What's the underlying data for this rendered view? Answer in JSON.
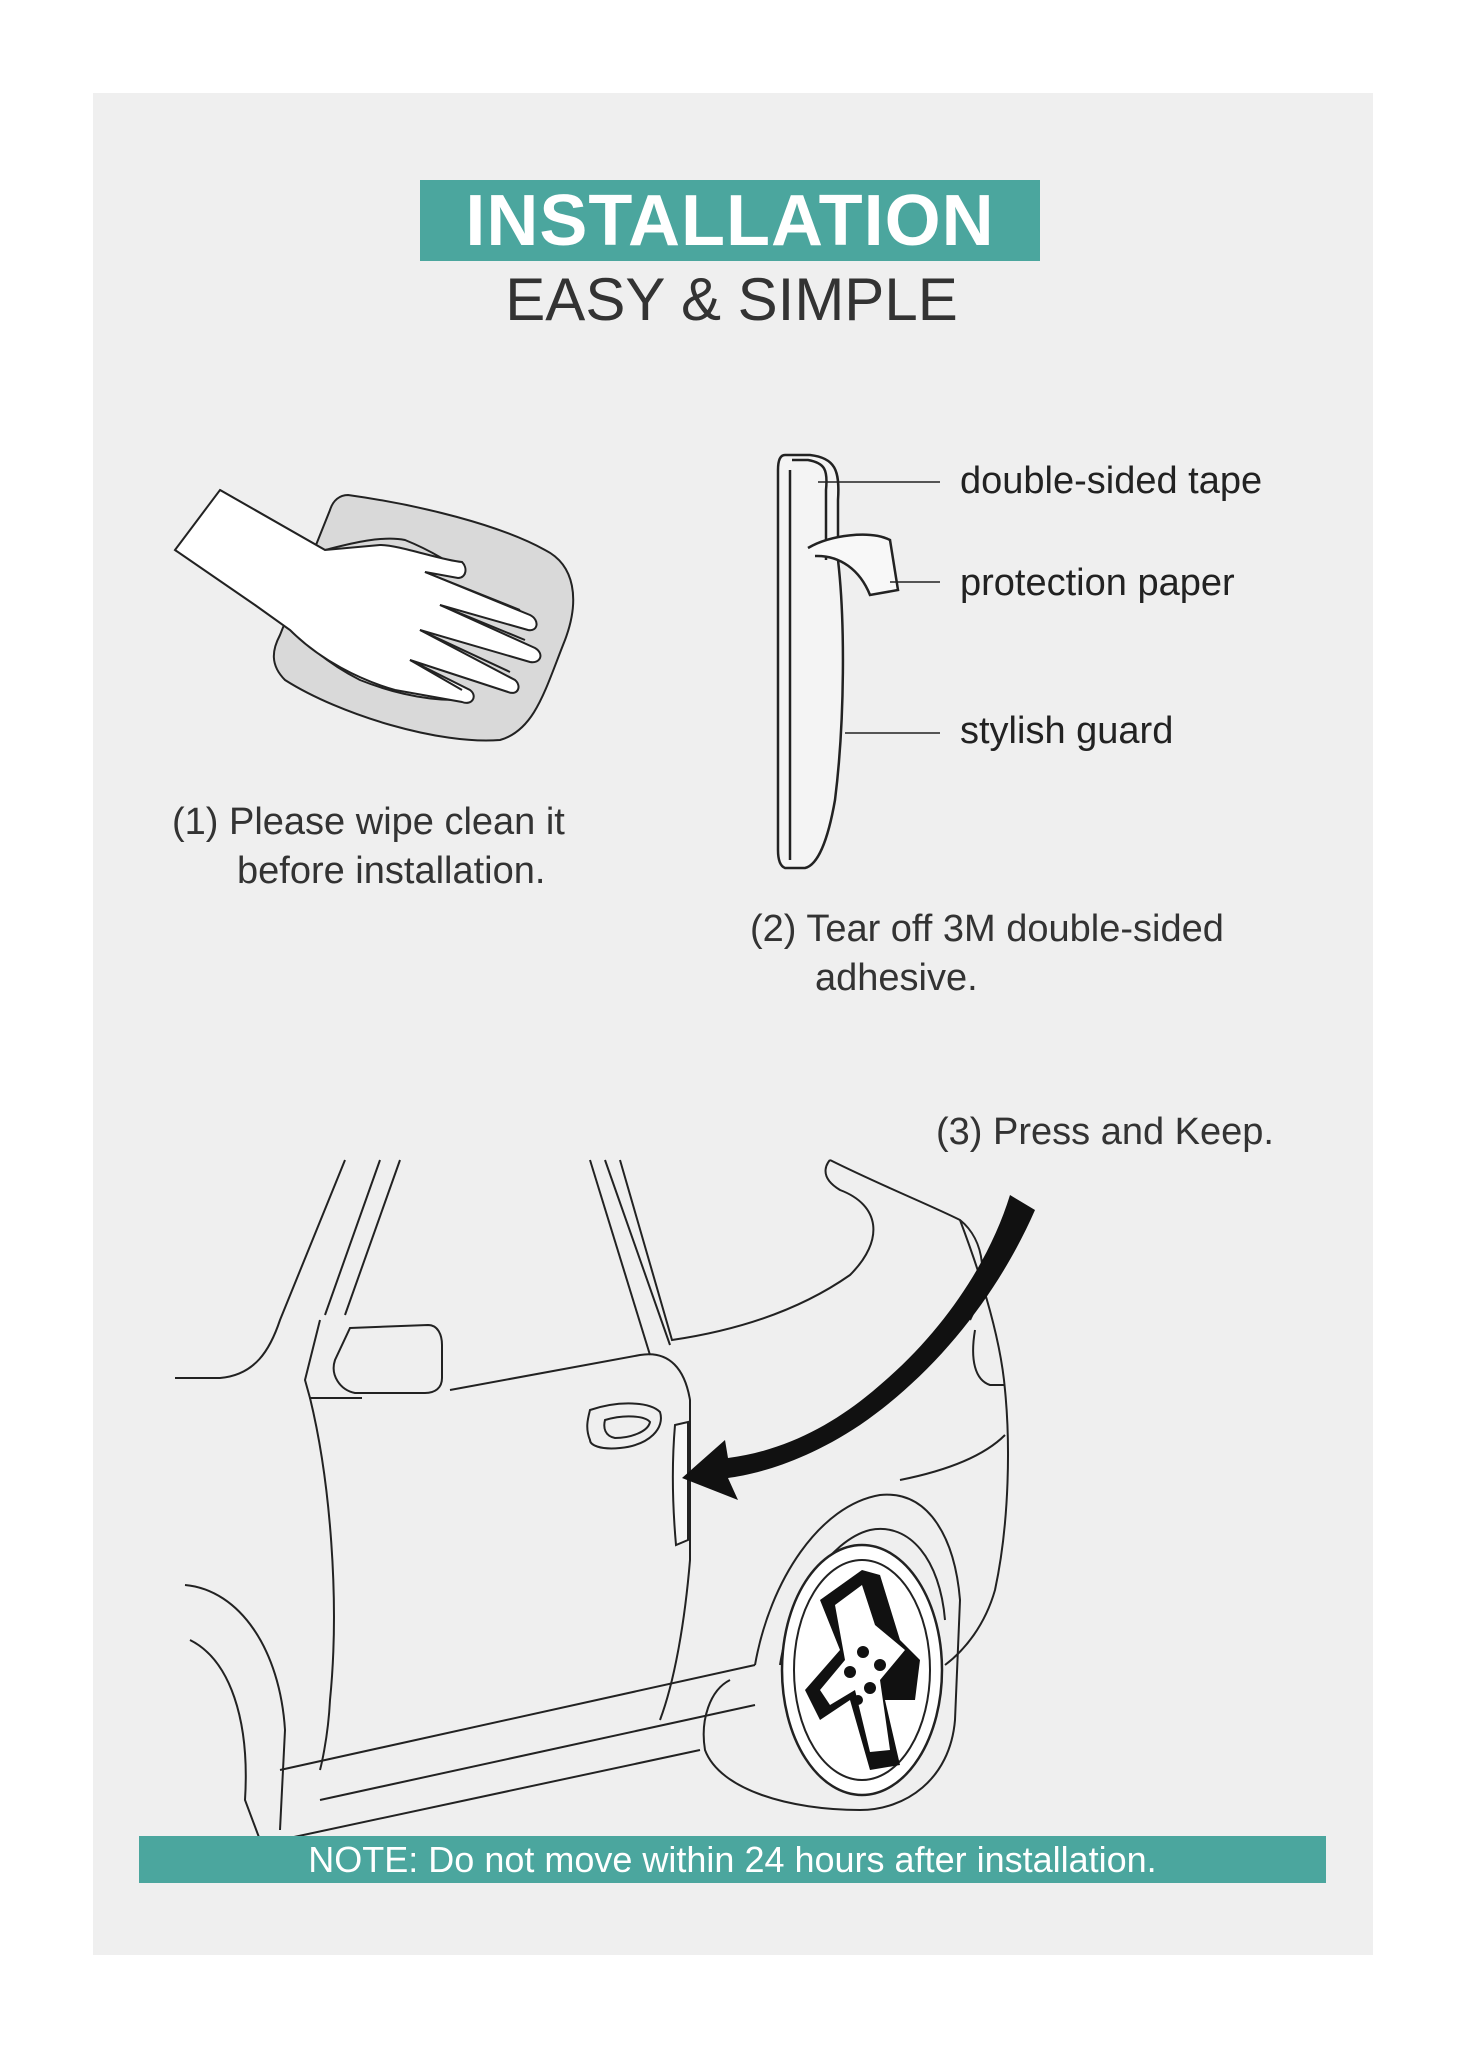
{
  "header": {
    "title": "INSTALLATION",
    "subtitle": "EASY & SIMPLE"
  },
  "steps": {
    "step1": {
      "line1": "(1) Please wipe clean it",
      "line2": "before installation."
    },
    "step2": {
      "line1": "(2) Tear off 3M double-sided",
      "line2": "adhesive."
    },
    "step3": {
      "line1": "(3) Press and Keep."
    }
  },
  "callouts": {
    "tape": "double-sided tape",
    "paper": "protection paper",
    "guard": "stylish guard"
  },
  "note": "NOTE: Do not move within 24 hours after installation.",
  "colors": {
    "accent": "#4ba69e",
    "card": "#efefef",
    "text": "#333333"
  },
  "icons": [
    "hand-wiping-icon",
    "guard-strip-icon",
    "car-side-icon",
    "press-arrow-icon"
  ]
}
